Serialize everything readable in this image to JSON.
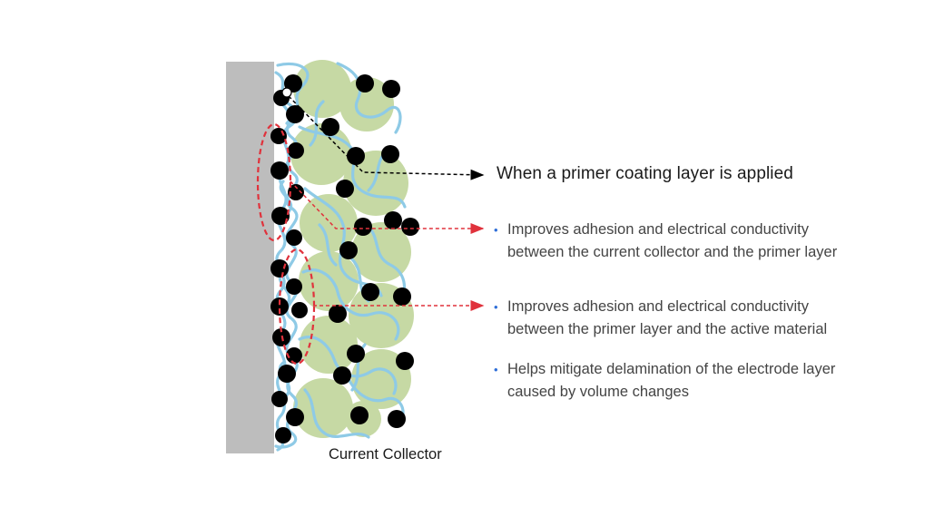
{
  "heading": "When a primer coating layer is applied",
  "bullets": [
    {
      "line1": "Improves adhesion and electrical conductivity",
      "line2": "between the current collector and the primer layer"
    },
    {
      "line1": "Improves adhesion and electrical conductivity",
      "line2": "between the primer layer and the active material"
    },
    {
      "line1": "Helps mitigate delamination of the electrode layer",
      "line2": "caused by volume changes"
    }
  ],
  "caption": "Current Collector",
  "colors": {
    "collector": "#bdbdbd",
    "active_material": "#c6d9a4",
    "binder": "#8ecae6",
    "conductive_particle": "#000000",
    "highlight": "#e0323c",
    "bullet": "#2f6fd8"
  }
}
